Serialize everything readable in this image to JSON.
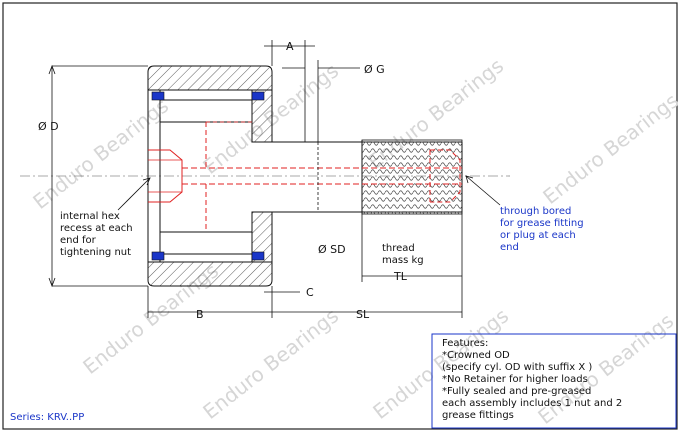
{
  "dimensions": {
    "A": "A",
    "G": "Ø G",
    "D": "Ø D",
    "B": "B",
    "C": "C",
    "SL": "SL",
    "TL": "TL",
    "SD": "Ø SD"
  },
  "notes": {
    "hex_line1": "internal hex",
    "hex_line2": "recess at each",
    "hex_line3": "end for",
    "hex_line4": "tightening nut",
    "bore_line1": "through bored",
    "bore_line2": "for grease fitting",
    "bore_line3": "or plug at each",
    "bore_line4": "end",
    "thread_line1": "thread",
    "thread_line2": "mass kg"
  },
  "features": {
    "title": "Features:",
    "lines": [
      "*Crowned OD",
      "(specify cyl. OD with suffix X )",
      "*No Retainer for higher loads",
      "*Fully sealed and pre-greased",
      "each assembly includes 1 nut and 2",
      "grease fittings"
    ]
  },
  "series": "Series: KRV..PP",
  "watermark": "Enduro Bearings",
  "colors": {
    "line": "#111111",
    "red": "#e02020",
    "blue": "#1a36c8"
  }
}
